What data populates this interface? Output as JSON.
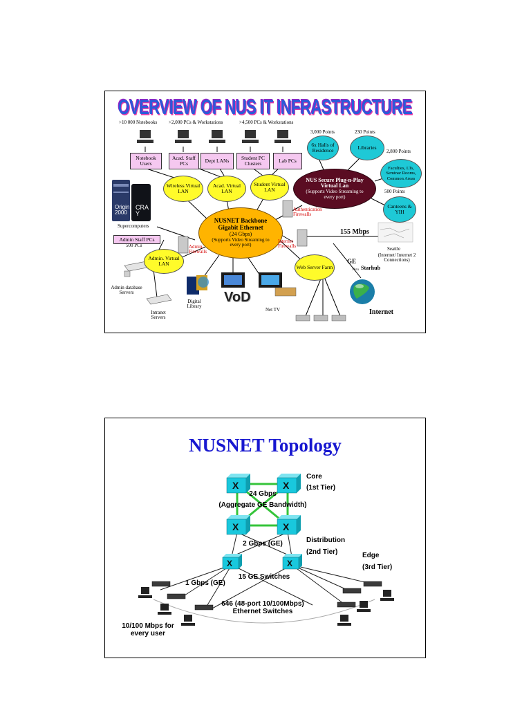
{
  "slide1": {
    "title": "OVERVIEW OF NUS IT INFRASTRUCTURE",
    "counts": {
      "notebooks": ">10 000 Notebooks",
      "pcs_2000": ">2,000 PCs & Workstations",
      "pcs_4500": ">4,500 PCs & Workstations",
      "points_3000": "3,000 Points",
      "points_230": "230 Points",
      "points_2800": "2,800 Points",
      "points_500": "500 Points",
      "pcs_500": "500 PCs"
    },
    "user_boxes": {
      "notebook_users": "Notebook Users",
      "acad_staff_pcs": "Acad. Staff PCs",
      "dept_lans": "Dept LANs",
      "student_pc_clusters": "Student PC Clusters",
      "lab_pcs": "Lab PCs",
      "admin_staff_pcs": "Admin Staff PCs"
    },
    "vlans": {
      "wireless": "Wireless Virtual LAN",
      "acad": "Acad. Virtual LAN",
      "student": "Student Virtual LAN",
      "admin": "Admin. Virtual LAN",
      "web_server_farm": "Web Server Farm"
    },
    "secure_lan": {
      "title": "NUS Secure Plug-n-Play Virtual Lan",
      "note": "(Supports Video Streaming to every port)"
    },
    "cyan_points": {
      "halls": "6x Halls of Residence",
      "libraries": "Libraries",
      "faculties": "Faculties, LTs, Seminar Rooms, Common Areas",
      "canteens": "Canteens & YIH"
    },
    "backbone": {
      "title": "NUSNET Backbone Gigabit Ethernet",
      "speed": "(24 Gbps)",
      "note": "(Supports Video Streaming to every port)"
    },
    "firewalls": {
      "authentication": "Authentication Firewalls",
      "admin": "Admin. Firewalls",
      "internet": "Internet Firewalls"
    },
    "cray": {
      "origin": "Origin 2000",
      "cray": "CRA Y"
    },
    "labels": {
      "supercomputers": "Supercomputers",
      "admin_db_servers": "Admin database Servers",
      "intranet_servers": "Intranet Servers",
      "digital_library": "Digital Library",
      "vod": "VoD",
      "net_tv": "Net TV",
      "mbps_155": "155 Mbps",
      "seattle": "Seattle",
      "internet2": "(Internet/ Internet 2 Connections)",
      "ge": "GE",
      "thru": "Thru",
      "starhub": "Starhub",
      "internet": "Internet"
    }
  },
  "slide2": {
    "title": "NUSNET Topology",
    "core": "Core",
    "core_tier": "(1st Tier)",
    "aggregate_speed": "24 Gbps",
    "aggregate_note": "(Aggregate GE Bandwidth)",
    "dist_speed": "2 Gbps (GE)",
    "distribution": "Distribution",
    "distribution_tier": "(2nd Tier)",
    "edge": "Edge",
    "edge_tier": "(3rd Tier)",
    "ge_switches": "15 GE Switches",
    "edge_speed": "1 Gbps  (GE)",
    "ethernet_switches": "646 (48-port 10/100Mbps) Ethernet Switches",
    "user_speed": "10/100 Mbps for every user"
  },
  "colors": {
    "title_blue": "#1818d0",
    "box_pink": "#f5c8f0",
    "vlan_yellow": "#fffb2a",
    "point_cyan": "#1ec9d6",
    "backbone_orange": "#ffb400",
    "secure_maroon": "#5a0c22",
    "firewall_red": "#d40000",
    "switch_cyan": "#19c8dd",
    "link_green": "#35c43a"
  }
}
